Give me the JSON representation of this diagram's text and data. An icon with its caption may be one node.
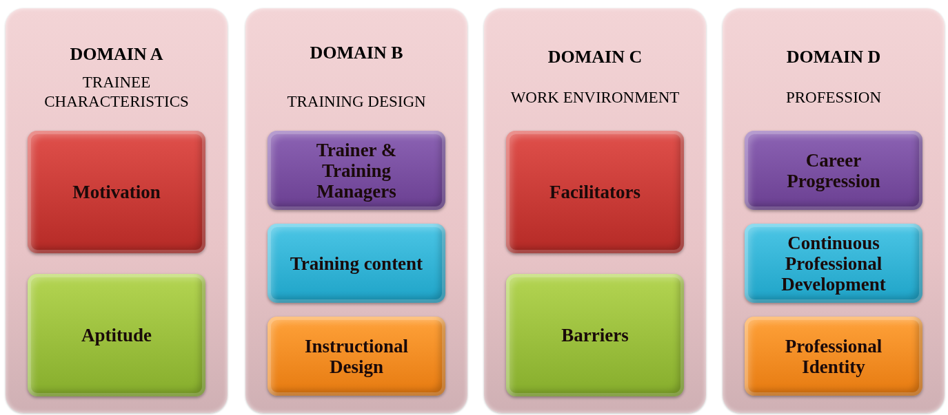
{
  "diagram": {
    "nodes": [
      {
        "text": [
          "DOMAIN A",
          "TRAINEE CHARACTERISTICS"
        ]
      },
      {
        "text": [
          "Motivation"
        ],
        "in": 0
      },
      {
        "text": [
          "Aptitude"
        ],
        "in": 0
      },
      {
        "text": [
          "DOMAIN B",
          "TRAINING DESIGN"
        ]
      },
      {
        "text": [
          "Trainer & Training Managers"
        ],
        "in": 3
      },
      {
        "text": [
          "Training content"
        ],
        "in": 3
      },
      {
        "text": [
          "Instructional Design"
        ],
        "in": 3
      },
      {
        "text": [
          "DOMAIN C",
          "WORK ENVIRONMENT"
        ]
      },
      {
        "text": [
          "Facilitators"
        ],
        "in": 7
      },
      {
        "text": [
          "Barriers"
        ],
        "in": 7
      },
      {
        "text": [
          "DOMAIN D",
          "PROFESSION"
        ]
      },
      {
        "text": [
          "Career Progression"
        ],
        "in": 10
      },
      {
        "text": [
          "Continuous Professional Development"
        ],
        "in": 10
      },
      {
        "text": [
          "Professional Identity"
        ],
        "in": 10
      }
    ],
    "edges": []
  }
}
